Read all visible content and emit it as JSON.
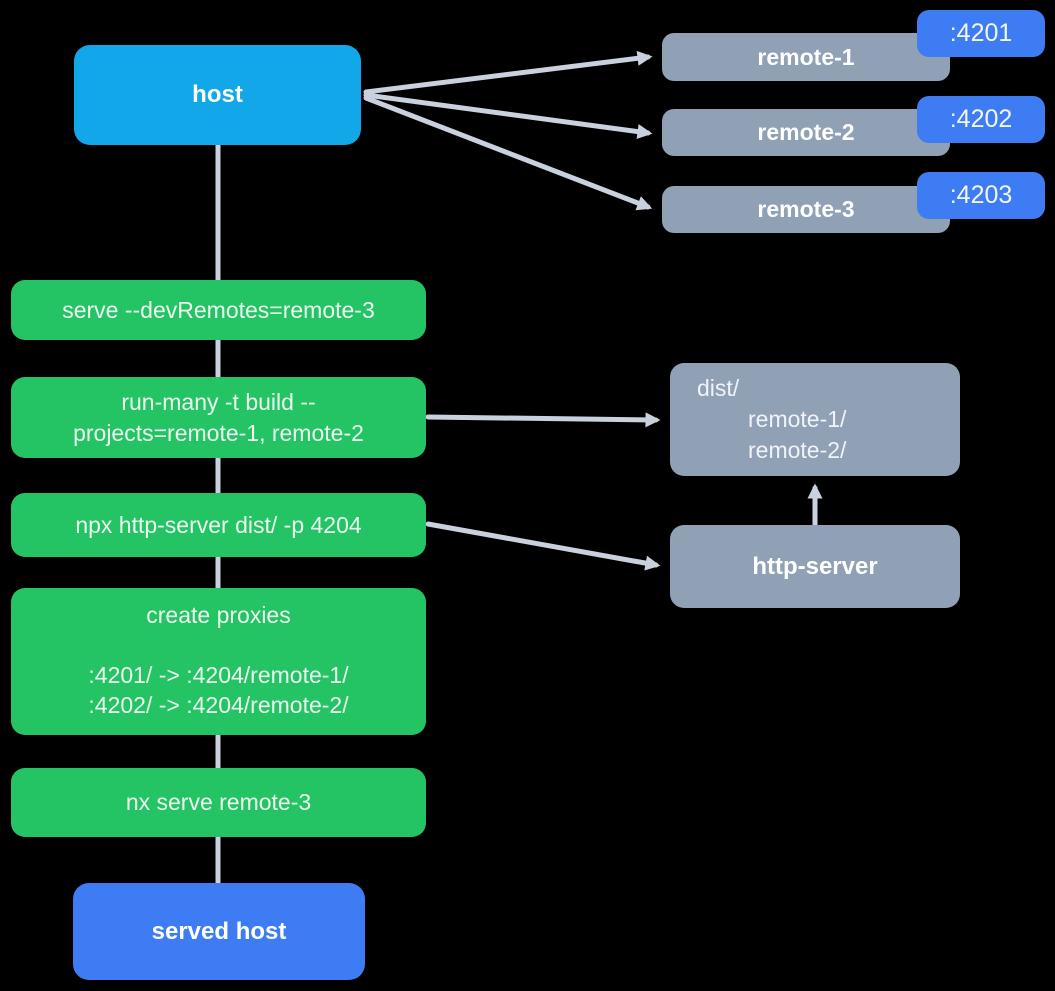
{
  "diagram": {
    "host": {
      "label": "host"
    },
    "remotes": [
      {
        "label": "remote-1",
        "port": ":4201"
      },
      {
        "label": "remote-2",
        "port": ":4202"
      },
      {
        "label": "remote-3",
        "port": ":4203"
      }
    ],
    "steps": {
      "serve": "serve --devRemotes=remote-3",
      "run_many_line1": "run-many -t build --",
      "run_many_line2": "projects=remote-1, remote-2",
      "http_server_cmd": "npx http-server dist/ -p 4204",
      "proxies_title": "create proxies",
      "proxy_1": ":4201/ -> :4204/remote-1/",
      "proxy_2": ":4202/ -> :4204/remote-2/",
      "serve_remote3": "nx serve remote-3"
    },
    "dist": {
      "line1": "dist/",
      "line2": "remote-1/",
      "line3": "remote-2/"
    },
    "http_server": {
      "label": "http-server"
    },
    "served_host": {
      "label": "served host"
    }
  },
  "colors": {
    "host": "#11A7E9",
    "action": "#24C464",
    "remote": "#90A0B5",
    "port_badge": "#3D7CF3",
    "served_host": "#3D7CF3",
    "connector": "#C9D1DE",
    "background": "#000000",
    "text": "#FFFFFF"
  }
}
